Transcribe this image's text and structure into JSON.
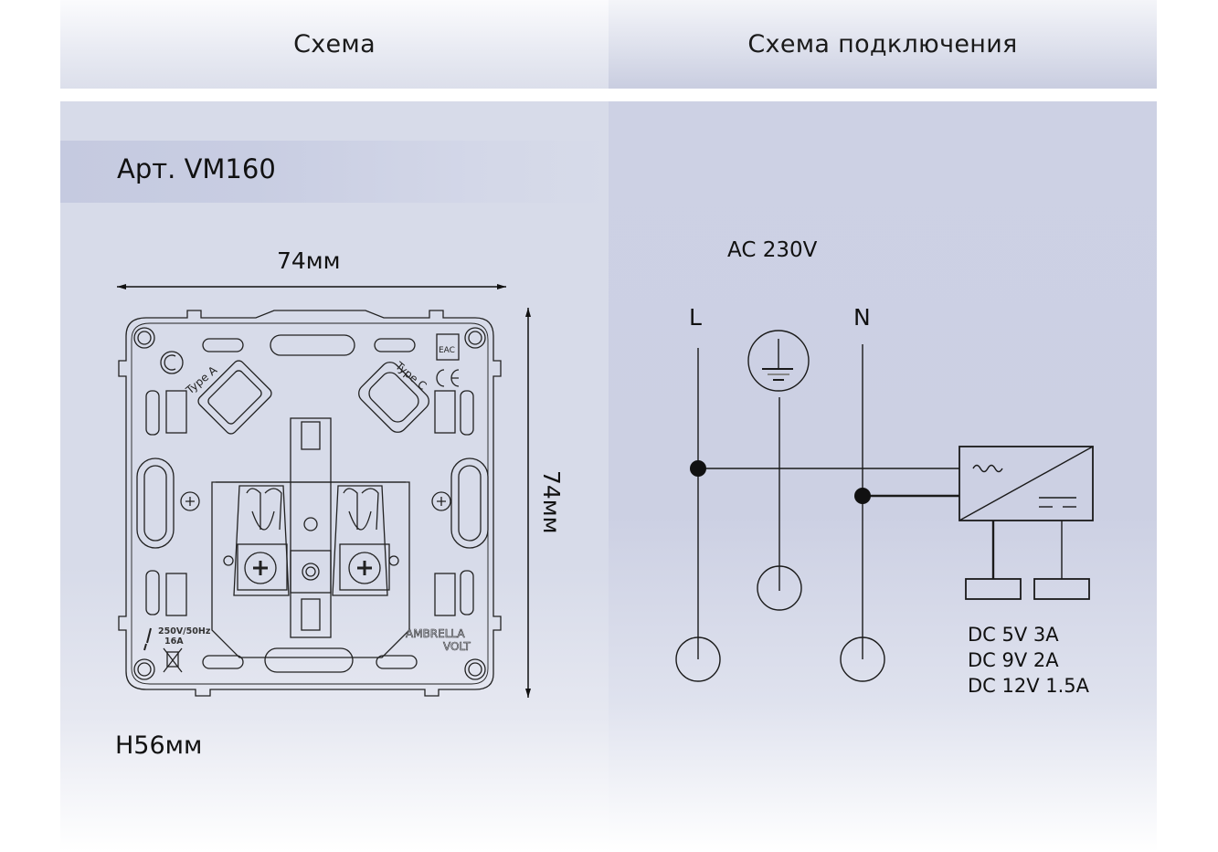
{
  "header": {
    "left_title": "Схема",
    "right_title": "Схема подключения"
  },
  "product": {
    "article": "Арт. VM160",
    "width_label": "74мм",
    "height_label": "74мм",
    "depth_label": "H56мм"
  },
  "device_markings": {
    "port_a": "Type A",
    "port_c": "Type C",
    "cert_eac": "EAC",
    "cert_ce": "CE",
    "rating_voltage": "250V/50Hz",
    "rating_current": "16A",
    "brand_line1": "AMBRELLA",
    "brand_line2": "VOLT"
  },
  "wiring": {
    "supply_label": "AC 230V",
    "phase_label": "L",
    "neutral_label": "N",
    "outputs": [
      "DC 5V 3A",
      "DC 9V 2A",
      "DC 12V 1.5A"
    ]
  },
  "colors": {
    "line": "#1a1a1a",
    "panel_left": "#d7dbe9",
    "panel_right": "#cdd1e4"
  }
}
